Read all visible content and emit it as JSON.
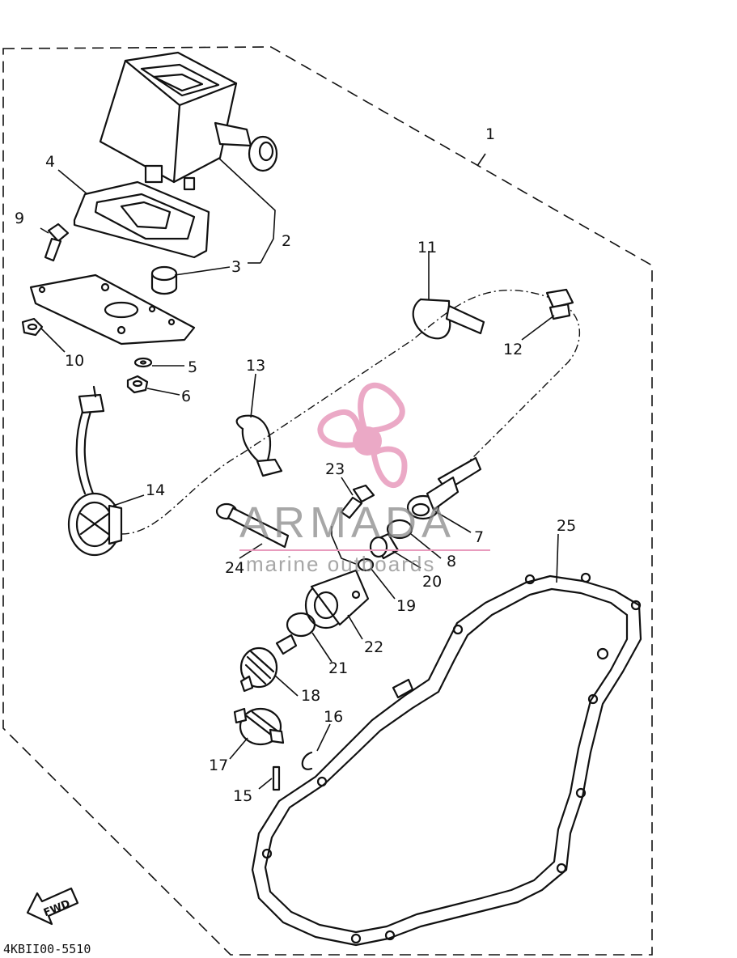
{
  "diagram": {
    "callouts": [
      "1",
      "2",
      "3",
      "4",
      "5",
      "6",
      "7",
      "8",
      "9",
      "10",
      "11",
      "12",
      "13",
      "14",
      "15",
      "16",
      "17",
      "18",
      "19",
      "20",
      "21",
      "22",
      "23",
      "24",
      "25"
    ],
    "part_code": "4KBII00-5510",
    "fwd_label": "FWD",
    "watermark": {
      "brand": "ARMADA",
      "tagline": "marine outboards",
      "color": "#e89bbd"
    }
  }
}
